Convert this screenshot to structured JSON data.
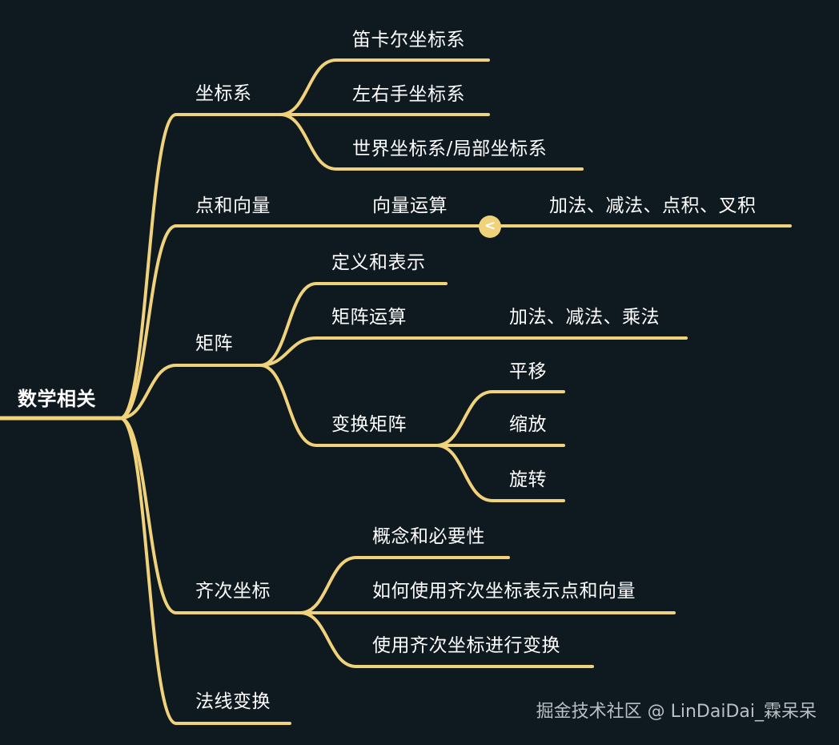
{
  "colors": {
    "background": "#0f1920",
    "branch": "#f0d27a",
    "text": "#ffffff",
    "watermark": "#b9c0c5"
  },
  "mindmap": {
    "root": "数学相关",
    "branches": [
      {
        "label": "坐标系",
        "children": [
          "笛卡尔坐标系",
          "左右手坐标系",
          "世界坐标系/局部坐标系"
        ]
      },
      {
        "label": "点和向量",
        "children": [
          {
            "label": "向量运算",
            "children": [
              "加法、减法、点积、叉积"
            ]
          }
        ]
      },
      {
        "label": "矩阵",
        "children": [
          "定义和表示",
          {
            "label": "矩阵运算",
            "children": [
              "加法、减法、乘法"
            ]
          },
          {
            "label": "变换矩阵",
            "children": [
              "平移",
              "缩放",
              "旋转"
            ]
          }
        ]
      },
      {
        "label": "齐次坐标",
        "children": [
          "概念和必要性",
          "如何使用齐次坐标表示点和向量",
          "使用齐次坐标进行变换"
        ]
      },
      {
        "label": "法线变换",
        "children": []
      }
    ]
  },
  "collapse_icon": {
    "name": "chevron-left-icon",
    "glyph": "<"
  },
  "watermark": "掘金技术社区 @ LinDaiDai_霖呆呆"
}
